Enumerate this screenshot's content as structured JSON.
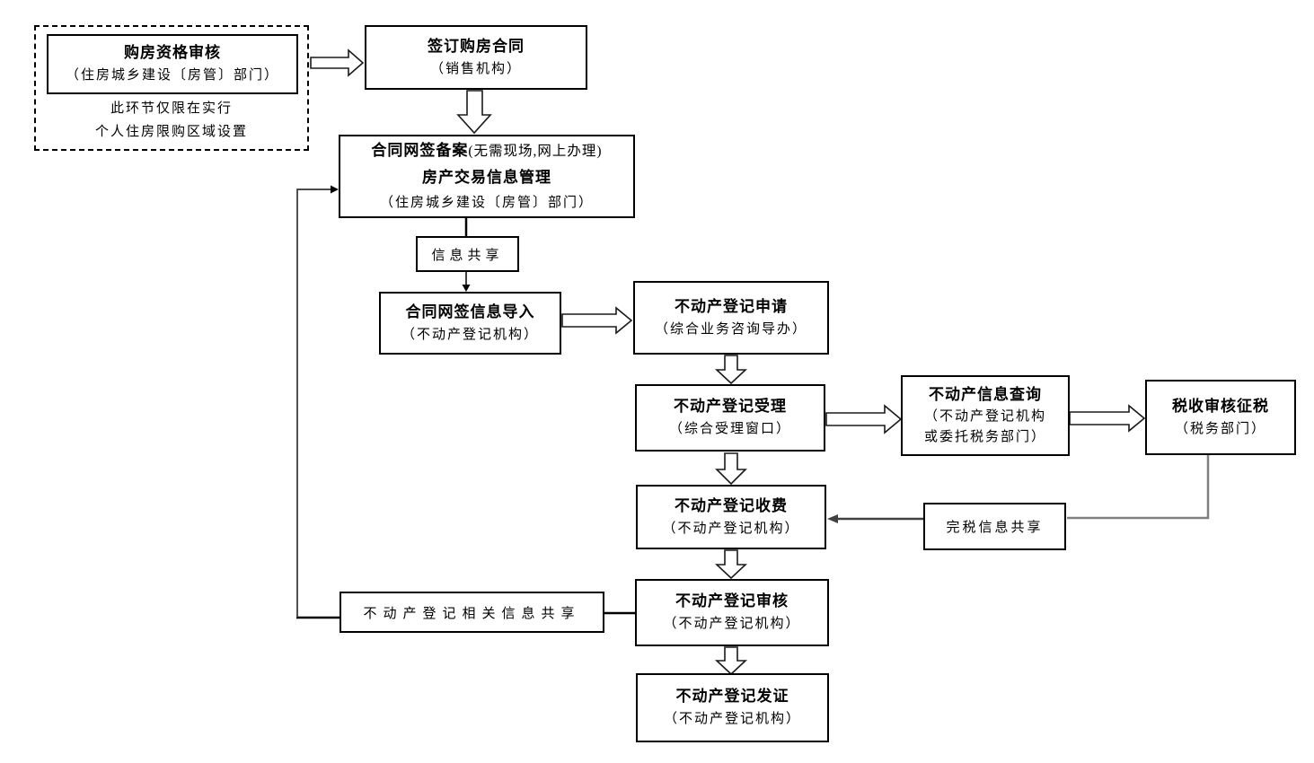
{
  "colors": {
    "line": "#000000",
    "gray_line": "#808080",
    "dark_gray_line": "#404040",
    "background": "#ffffff",
    "box_border": "#000000"
  },
  "nodes": {
    "qualification": {
      "title": "购房资格审核",
      "subtitle": "（住房城乡建设〔房管〕部门）",
      "note_line1": "此环节仅限在实行",
      "note_line2": "个人住房限购区域设置"
    },
    "sign_contract": {
      "title": "签订购房合同",
      "subtitle": "（销售机构）"
    },
    "contract_filing": {
      "title_bold": "合同网签备案",
      "title_note": "(无需现场,网上办理)",
      "title2": "房产交易信息管理",
      "subtitle": "（住房城乡建设〔房管〕部门）"
    },
    "info_share": {
      "label": "信息共享"
    },
    "contract_import": {
      "title": "合同网签信息导入",
      "subtitle": "（不动产登记机构）"
    },
    "reg_apply": {
      "title": "不动产登记申请",
      "subtitle": "（综合业务咨询导办）"
    },
    "reg_accept": {
      "title": "不动产登记受理",
      "subtitle": "（综合受理窗口）"
    },
    "info_query": {
      "title": "不动产信息查询",
      "subtitle_line1": "（不动产登记机构",
      "subtitle_line2": "或委托税务部门）"
    },
    "tax_review": {
      "title": "税收审核征税",
      "subtitle": "（税务部门）"
    },
    "reg_fee": {
      "title": "不动产登记收费",
      "subtitle": "（不动产登记机构）"
    },
    "tax_info_share": {
      "label": "完税信息共享"
    },
    "reg_review": {
      "title": "不动产登记审核",
      "subtitle": "（不动产登记机构）"
    },
    "related_info_share": {
      "label": "不动产登记相关信息共享"
    },
    "reg_cert": {
      "title": "不动产登记发证",
      "subtitle": "（不动产登记机构）"
    }
  },
  "edges": [
    {
      "from": "qualification",
      "to": "sign_contract",
      "style": "block-arrow"
    },
    {
      "from": "sign_contract",
      "to": "contract_filing",
      "style": "block-arrow"
    },
    {
      "from": "contract_filing",
      "to": "info_share",
      "style": "line"
    },
    {
      "from": "info_share",
      "to": "contract_import",
      "style": "thin-arrow"
    },
    {
      "from": "contract_import",
      "to": "reg_apply",
      "style": "block-arrow"
    },
    {
      "from": "reg_apply",
      "to": "reg_accept",
      "style": "block-arrow"
    },
    {
      "from": "reg_accept",
      "to": "info_query",
      "style": "block-arrow"
    },
    {
      "from": "info_query",
      "to": "tax_review",
      "style": "block-arrow"
    },
    {
      "from": "reg_accept",
      "to": "reg_fee",
      "style": "block-arrow"
    },
    {
      "from": "tax_review",
      "to": "tax_info_share",
      "style": "elbow-line"
    },
    {
      "from": "tax_info_share",
      "to": "reg_fee",
      "style": "thin-arrow"
    },
    {
      "from": "reg_fee",
      "to": "reg_review",
      "style": "block-arrow"
    },
    {
      "from": "reg_review",
      "to": "related_info_share",
      "style": "line"
    },
    {
      "from": "related_info_share",
      "to": "contract_filing",
      "style": "elbow-thin-arrow"
    },
    {
      "from": "reg_review",
      "to": "reg_cert",
      "style": "block-arrow"
    }
  ]
}
